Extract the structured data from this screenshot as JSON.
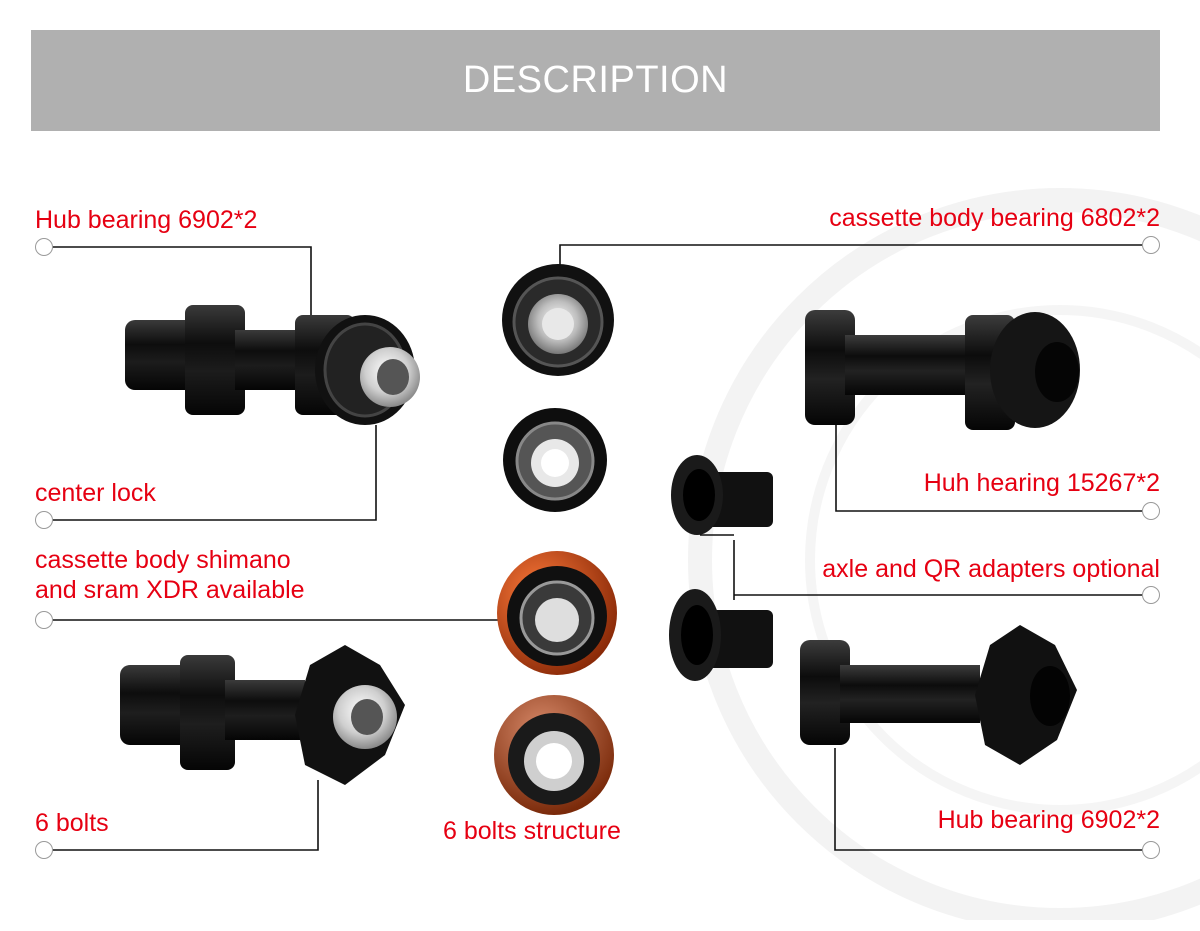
{
  "banner": {
    "title": "DESCRIPTION"
  },
  "labels": {
    "hub_bearing_top_left": "Hub bearing 6902*2",
    "cassette_body_bearing": "cassette body bearing 6802*2",
    "center_lock": "center lock",
    "huh_hearing": "Huh hearing 15267*2",
    "cassette_body_line1": "cassette body shimano",
    "cassette_body_line2": "and sram XDR available",
    "axle_adapters": "axle and QR adapters optional",
    "six_bolts": "6 bolts",
    "six_bolts_structure": "6 bolts structure",
    "hub_bearing_bottom_right": "Hub bearing 6902*2"
  },
  "colors": {
    "label_red": "#e60012",
    "banner_gray": "#b0b0b0",
    "hub_black": "#111111",
    "bearing_silver": "#c8c8c8",
    "cassette_orange": "#c8501e"
  }
}
